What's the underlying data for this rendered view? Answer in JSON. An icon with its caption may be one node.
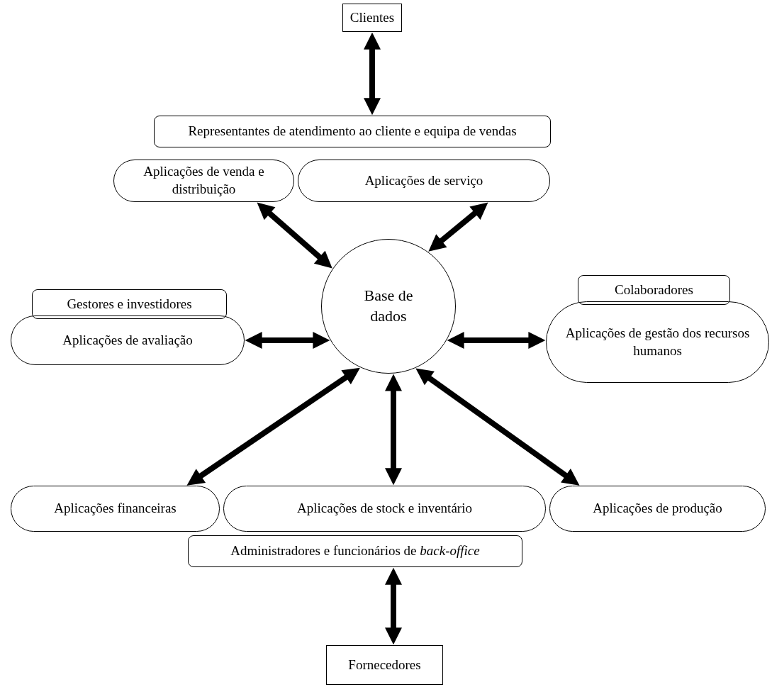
{
  "diagram": {
    "nodes": [
      {
        "text": [
          "Clientes"
        ]
      },
      {
        "text": [
          "Representantes de atendimento ao cliente e equipa de vendas"
        ]
      },
      {
        "text": [
          "Aplicações de venda e distribuição"
        ]
      },
      {
        "text": [
          "Aplicações de serviço"
        ]
      },
      {
        "text": [
          "Gestores e investidores"
        ]
      },
      {
        "text": [
          "Aplicações de avaliação"
        ]
      },
      {
        "text": [
          "Base de dados"
        ]
      },
      {
        "text": [
          "Colaboradores"
        ]
      },
      {
        "text": [
          "Aplicações de gestão dos recursos humanos"
        ]
      },
      {
        "text": [
          "Aplicações financeiras"
        ]
      },
      {
        "text": [
          "Aplicações de stock e inventário"
        ]
      },
      {
        "text": [
          "Aplicações de produção"
        ]
      },
      {
        "text": [
          "Administradores e funcionários de *back-office*"
        ]
      },
      {
        "text": [
          "Fornecedores"
        ]
      }
    ],
    "edges": [
      {
        "from": 0,
        "to": 1,
        "arrow": "both"
      },
      {
        "from": 2,
        "to": 6,
        "arrow": "both"
      },
      {
        "from": 3,
        "to": 6,
        "arrow": "both"
      },
      {
        "from": 5,
        "to": 6,
        "arrow": "both"
      },
      {
        "from": 8,
        "to": 6,
        "arrow": "both"
      },
      {
        "from": 9,
        "to": 6,
        "arrow": "both"
      },
      {
        "from": 10,
        "to": 6,
        "arrow": "both"
      },
      {
        "from": 11,
        "to": 6,
        "arrow": "both"
      },
      {
        "from": 12,
        "to": 13,
        "arrow": "both"
      }
    ]
  }
}
